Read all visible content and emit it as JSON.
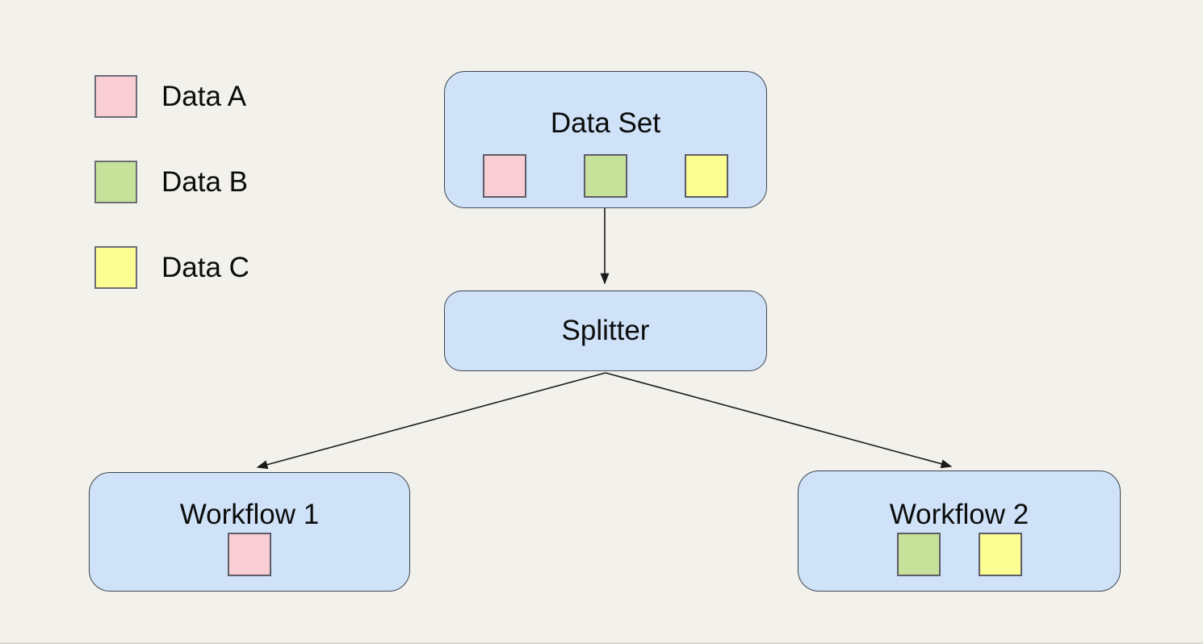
{
  "colors": {
    "background": "#f2f1ec",
    "node_fill": "#cfe2f8",
    "node_border": "#3f4650",
    "data_a": "#f9cdd4",
    "data_b": "#c6e29a",
    "data_c": "#fbfc92",
    "square_border": "#5d5d68",
    "arrow": "#1a1a1a",
    "text": "#0c0c0c"
  },
  "legend": {
    "items": [
      {
        "label": "Data A",
        "color": "#f9cdd4"
      },
      {
        "label": "Data B",
        "color": "#c6e29a"
      },
      {
        "label": "Data C",
        "color": "#fbfc92"
      }
    ]
  },
  "nodes": {
    "dataset": {
      "label": "Data Set",
      "chips": [
        "Data A",
        "Data B",
        "Data C"
      ]
    },
    "splitter": {
      "label": "Splitter",
      "chips": []
    },
    "workflow1": {
      "label": "Workflow 1",
      "chips": [
        "Data A"
      ]
    },
    "workflow2": {
      "label": "Workflow 2",
      "chips": [
        "Data B",
        "Data C"
      ]
    }
  },
  "edges": [
    {
      "from": "Data Set",
      "to": "Splitter"
    },
    {
      "from": "Splitter",
      "to": "Workflow 1"
    },
    {
      "from": "Splitter",
      "to": "Workflow 2"
    }
  ]
}
